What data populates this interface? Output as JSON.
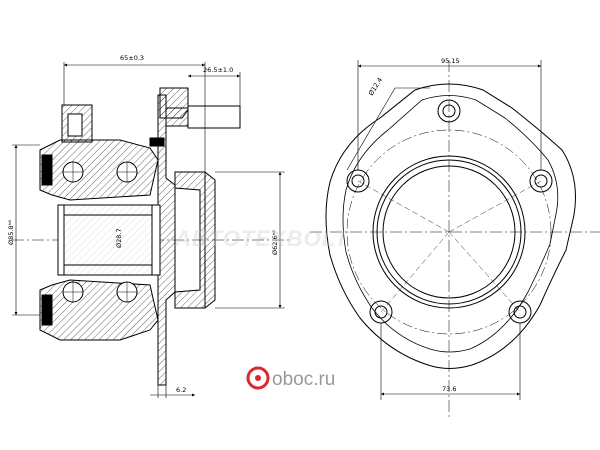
{
  "side_view": {
    "dim_overall_width": "65±0.3",
    "dim_stud_length": "26.5±1.0",
    "dim_flange_thickness": "6.2",
    "dim_bore": "Ø28.7",
    "dim_left_diameter": "Ø85.8ʰ⁸",
    "dim_right_diameter": "Ø62.6ʰ⁸"
  },
  "front_view": {
    "dim_bolt_circle": "95.15",
    "dim_hole": "Ø12.4",
    "dim_bottom_spacing": "73.6"
  },
  "watermark": "ABTOTEXBOLT",
  "brand": {
    "logo_text": "oboc.ru",
    "accent_color": "#d9282f"
  }
}
